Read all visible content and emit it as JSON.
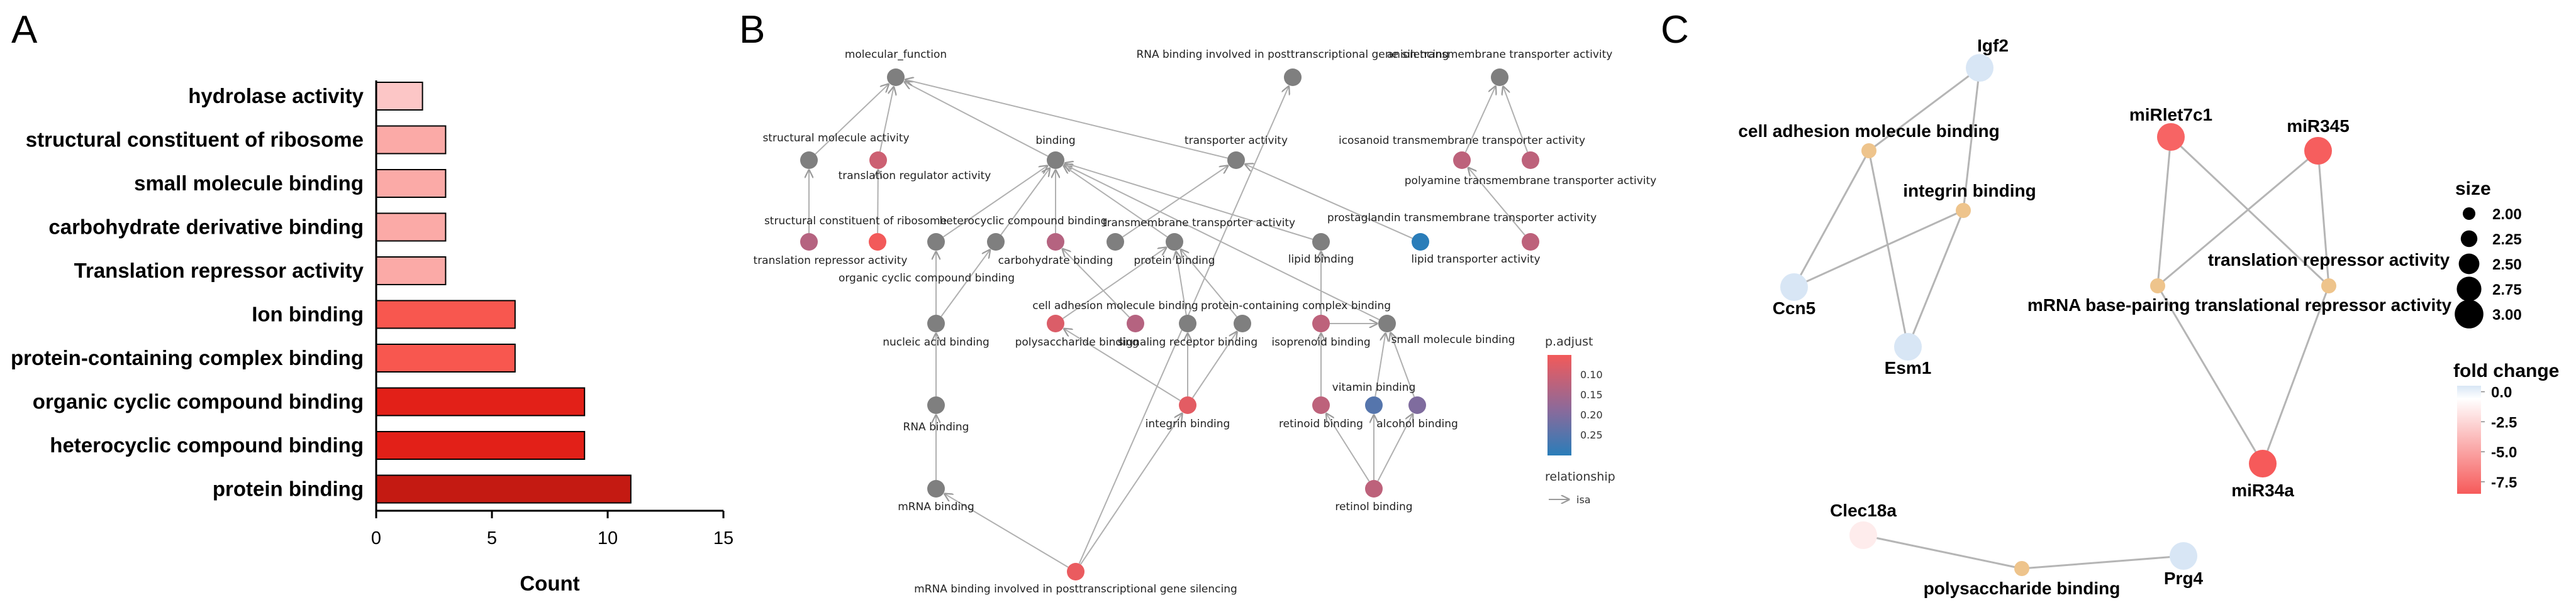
{
  "panels": {
    "a": "A",
    "b": "B",
    "c": "C"
  },
  "colors": {
    "bar_low": "#fcc6c6",
    "bar_high": "#c41a12",
    "grey_node": "#7f7f7f",
    "edge": "#b5b5b5",
    "tan_node": "#eec48c"
  },
  "chart_data": [
    {
      "type": "bar",
      "orientation": "horizontal",
      "categories": [
        "hydrolase activity",
        "structural constituent of ribosome",
        "small molecule binding",
        "carbohydrate derivative binding",
        "Translation repressor activity",
        "Ion binding",
        "protein-containing complex binding",
        "organic cyclic compound binding",
        "heterocyclic compound binding",
        "protein binding"
      ],
      "values": [
        2,
        3,
        3,
        3,
        3,
        6,
        6,
        9,
        9,
        11
      ],
      "xlabel": "Count",
      "xlim": [
        0,
        15
      ],
      "xticks": [
        0,
        5,
        10,
        15
      ]
    },
    {
      "type": "network",
      "nodes": [
        {
          "id": "molecular_function",
          "label": "molecular_function",
          "padj": null
        },
        {
          "id": "rna_ptgs_top",
          "label": "RNA binding involved in posttranscriptional gene silencing",
          "padj": null
        },
        {
          "id": "anion_tm",
          "label": "anion transmembrane transporter activity",
          "padj": null
        },
        {
          "id": "struct_mol",
          "label": "structural molecule activity",
          "padj": null
        },
        {
          "id": "transl_reg",
          "label": "translation regulator activity",
          "padj": 0.1
        },
        {
          "id": "binding",
          "label": "binding",
          "padj": null
        },
        {
          "id": "transporter",
          "label": "transporter activity",
          "padj": null
        },
        {
          "id": "icosanoid",
          "label": "icosanoid transmembrane transporter activity",
          "padj": 0.12
        },
        {
          "id": "polyamine",
          "label": "polyamine transmembrane transporter activity",
          "padj": 0.12
        },
        {
          "id": "struct_ribo",
          "label": "structural constituent of ribosome",
          "padj": 0.13
        },
        {
          "id": "transl_rep",
          "label": "translation repressor activity",
          "padj": 0.05
        },
        {
          "id": "hetero",
          "label": "heterocyclic compound binding",
          "padj": null
        },
        {
          "id": "org_cyclic",
          "label": "organic cyclic compound binding",
          "padj": null
        },
        {
          "id": "carb",
          "label": "carbohydrate binding",
          "padj": 0.13
        },
        {
          "id": "tm_transporter",
          "label": "transmembrane transporter activity",
          "padj": null
        },
        {
          "id": "protein_b",
          "label": "protein binding",
          "padj": null
        },
        {
          "id": "lipid_b",
          "label": "lipid binding",
          "padj": null
        },
        {
          "id": "pg_tm",
          "label": "prostaglandin transmembrane transporter activity",
          "padj": 0.12
        },
        {
          "id": "lipid_tr",
          "label": "lipid transporter activity",
          "padj": 0.3
        },
        {
          "id": "nucleic",
          "label": "nucleic acid binding",
          "padj": null
        },
        {
          "id": "cam",
          "label": "cell adhesion molecule binding",
          "padj": 0.08
        },
        {
          "id": "polysac",
          "label": "polysaccharide binding",
          "padj": 0.13
        },
        {
          "id": "signal_rec",
          "label": "signaling receptor binding",
          "padj": null
        },
        {
          "id": "pcc",
          "label": "protein-containing complex binding",
          "padj": null
        },
        {
          "id": "isopren",
          "label": "isoprenoid binding",
          "padj": 0.12
        },
        {
          "id": "small_mol",
          "label": "small molecule binding",
          "padj": null
        },
        {
          "id": "rna_b",
          "label": "RNA binding",
          "padj": null
        },
        {
          "id": "integrin",
          "label": "integrin binding",
          "padj": 0.07
        },
        {
          "id": "retinoid",
          "label": "retinoid binding",
          "padj": 0.12
        },
        {
          "id": "vitamin",
          "label": "vitamin binding",
          "padj": 0.25
        },
        {
          "id": "alcohol",
          "label": "alcohol binding",
          "padj": 0.2
        },
        {
          "id": "mrna_b",
          "label": "mRNA binding",
          "padj": null
        },
        {
          "id": "retinol",
          "label": "retinol binding",
          "padj": 0.12
        },
        {
          "id": "mrna_ptgs",
          "label": "mRNA binding involved in posttranscriptional gene silencing",
          "padj": 0.06
        }
      ],
      "edges": [
        [
          "struct_mol",
          "molecular_function"
        ],
        [
          "transl_reg",
          "molecular_function"
        ],
        [
          "binding",
          "molecular_function"
        ],
        [
          "transporter",
          "molecular_function"
        ],
        [
          "struct_ribo",
          "struct_mol"
        ],
        [
          "transl_rep",
          "transl_reg"
        ],
        [
          "hetero",
          "binding"
        ],
        [
          "org_cyclic",
          "binding"
        ],
        [
          "carb",
          "binding"
        ],
        [
          "protein_b",
          "binding"
        ],
        [
          "lipid_b",
          "binding"
        ],
        [
          "small_mol",
          "binding"
        ],
        [
          "tm_transporter",
          "transporter"
        ],
        [
          "lipid_tr",
          "transporter"
        ],
        [
          "icosanoid",
          "anion_tm"
        ],
        [
          "polyamine",
          "anion_tm"
        ],
        [
          "pg_tm",
          "icosanoid"
        ],
        [
          "nucleic",
          "hetero"
        ],
        [
          "nucleic",
          "org_cyclic"
        ],
        [
          "polysac",
          "carb"
        ],
        [
          "cam",
          "protein_b"
        ],
        [
          "signal_rec",
          "protein_b"
        ],
        [
          "pcc",
          "protein_b"
        ],
        [
          "isopren",
          "lipid_b"
        ],
        [
          "isopren",
          "small_mol"
        ],
        [
          "vitamin",
          "small_mol"
        ],
        [
          "alcohol",
          "small_mol"
        ],
        [
          "rna_b",
          "nucleic"
        ],
        [
          "integrin",
          "cam"
        ],
        [
          "integrin",
          "signal_rec"
        ],
        [
          "integrin",
          "pcc"
        ],
        [
          "retinoid",
          "isopren"
        ],
        [
          "mrna_b",
          "rna_b"
        ],
        [
          "retinol",
          "retinoid"
        ],
        [
          "retinol",
          "vitamin"
        ],
        [
          "retinol",
          "alcohol"
        ],
        [
          "mrna_ptgs",
          "mrna_b"
        ],
        [
          "mrna_ptgs",
          "rna_ptgs_top"
        ],
        [
          "mrna_ptgs",
          "integrin"
        ]
      ],
      "legend_title": "p.adjust",
      "legend_ticks": [
        "0.10",
        "0.15",
        "0.20",
        "0.25"
      ],
      "legend_range": [
        0.05,
        0.3
      ],
      "relationship_title": "relationship",
      "relationship_label": "isa"
    },
    {
      "type": "network",
      "nodes": [
        {
          "id": "igf2",
          "label": "Igf2",
          "kind": "gene",
          "fold": 0.5
        },
        {
          "id": "cam",
          "label": "cell adhesion molecule binding",
          "kind": "term"
        },
        {
          "id": "integrin",
          "label": "integrin binding",
          "kind": "term"
        },
        {
          "id": "ccn5",
          "label": "Ccn5",
          "kind": "gene",
          "fold": 0.5
        },
        {
          "id": "esm1",
          "label": "Esm1",
          "kind": "gene",
          "fold": 0.5
        },
        {
          "id": "mirlet7c1",
          "label": "miRlet7c1",
          "kind": "gene",
          "fold": -8.0
        },
        {
          "id": "mir345",
          "label": "miR345",
          "kind": "gene",
          "fold": -8.3
        },
        {
          "id": "transl_rep",
          "label": "translation repressor activity",
          "kind": "term"
        },
        {
          "id": "mrna_bp",
          "label": "mRNA base-pairing translational repressor activity",
          "kind": "term"
        },
        {
          "id": "mir34a",
          "label": "miR34a",
          "kind": "gene",
          "fold": -8.5
        },
        {
          "id": "clec18a",
          "label": "Clec18a",
          "kind": "gene",
          "fold": -1.5
        },
        {
          "id": "polysac",
          "label": "polysaccharide binding",
          "kind": "term"
        },
        {
          "id": "prg4",
          "label": "Prg4",
          "kind": "gene",
          "fold": 0.5
        }
      ],
      "edges": [
        [
          "cam",
          "igf2"
        ],
        [
          "cam",
          "ccn5"
        ],
        [
          "cam",
          "esm1"
        ],
        [
          "integrin",
          "igf2"
        ],
        [
          "integrin",
          "ccn5"
        ],
        [
          "integrin",
          "esm1"
        ],
        [
          "mirlet7c1",
          "transl_rep"
        ],
        [
          "mirlet7c1",
          "mrna_bp"
        ],
        [
          "mir345",
          "transl_rep"
        ],
        [
          "mir345",
          "mrna_bp"
        ],
        [
          "mir34a",
          "transl_rep"
        ],
        [
          "mir34a",
          "mrna_bp"
        ],
        [
          "clec18a",
          "polysac"
        ],
        [
          "polysac",
          "prg4"
        ]
      ],
      "size_legend": {
        "title": "size",
        "values": [
          "2.00",
          "2.25",
          "2.50",
          "2.75",
          "3.00"
        ]
      },
      "color_legend": {
        "title": "fold change",
        "values": [
          "0.0",
          "-2.5",
          "-5.0",
          "-7.5"
        ],
        "range": [
          -8.5,
          0.5
        ]
      }
    }
  ]
}
